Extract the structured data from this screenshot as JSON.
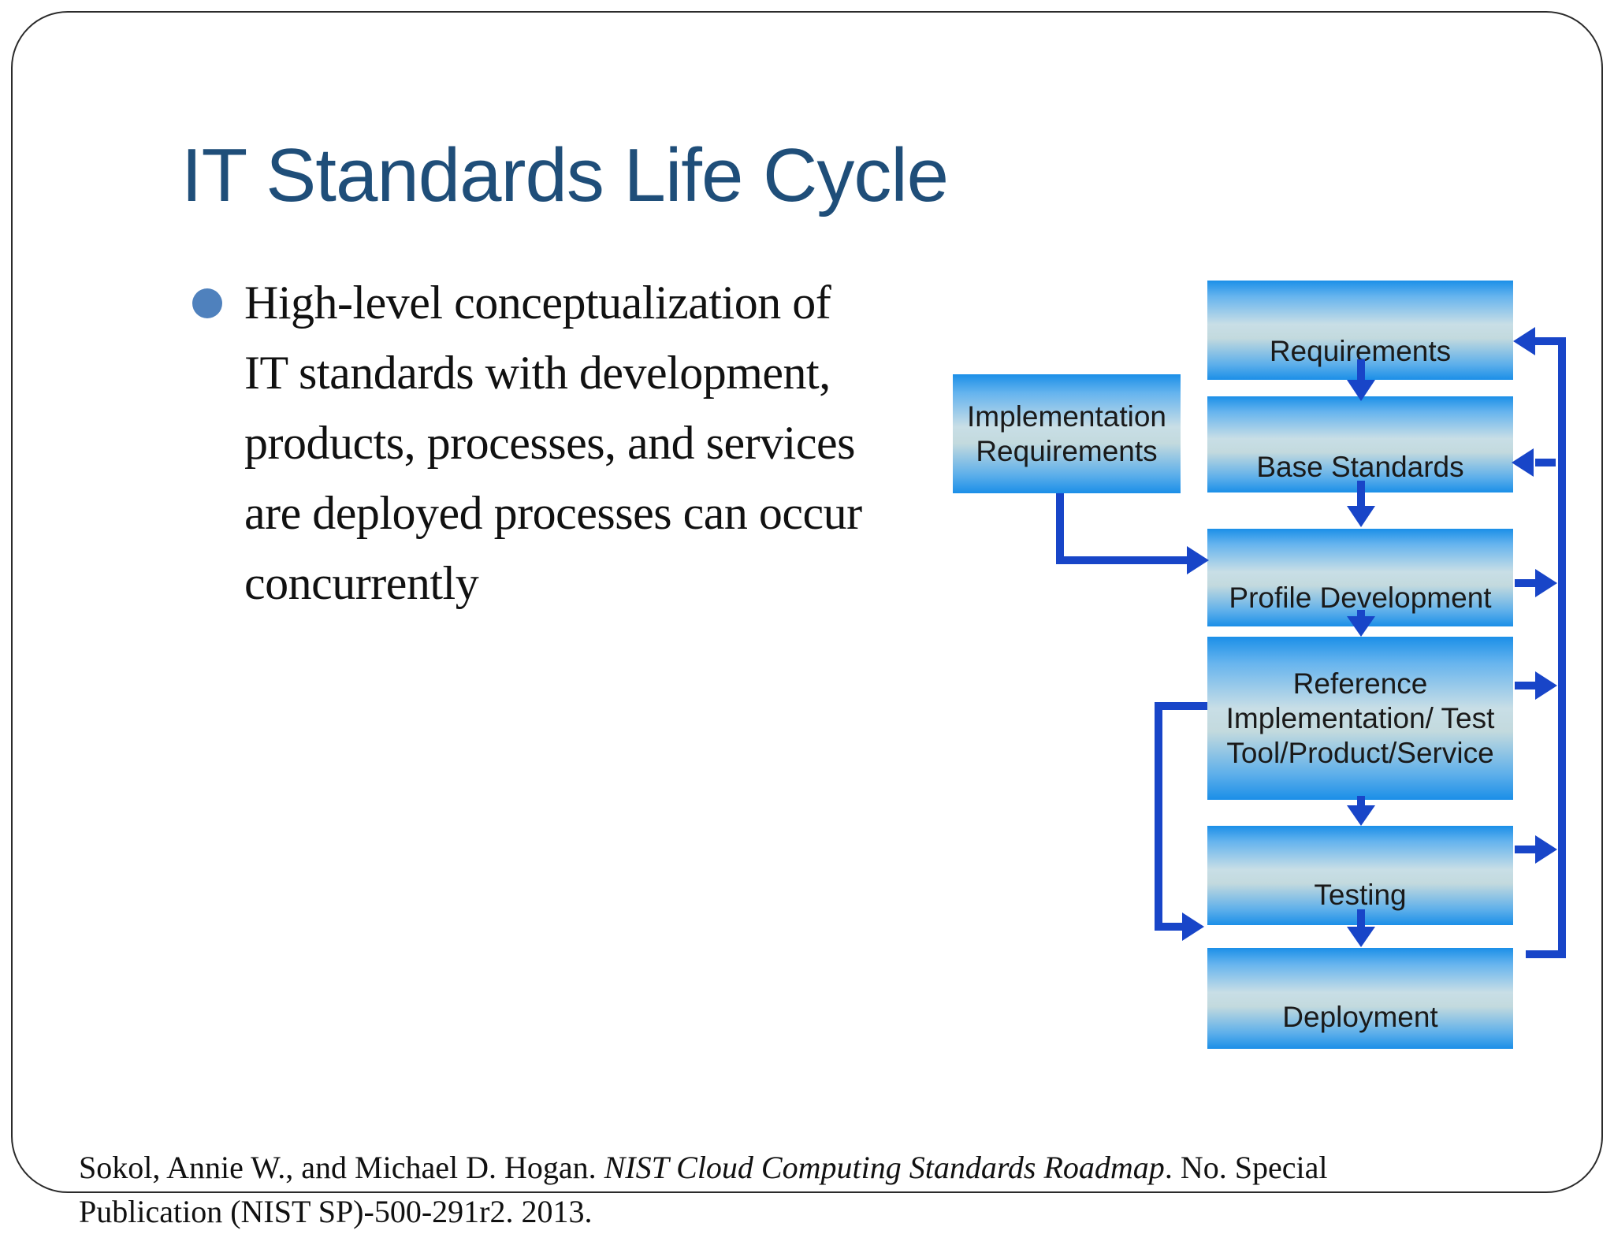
{
  "slide": {
    "title": "IT Standards Life Cycle",
    "bullet_text": "High-level conceptualization of\nIT standards with development,\nproducts, processes, and services\nare deployed processes can occur\nconcurrently",
    "citation": {
      "before_italic": "Sokol, Annie W., and Michael D. Hogan. ",
      "italic": "NIST Cloud Computing Standards Roadmap",
      "after_italic": ". No. Special\nPublication (NIST SP)-500-291r2. 2013."
    }
  },
  "flowchart": {
    "boxes": [
      {
        "id": "requirements",
        "label": "Requirements"
      },
      {
        "id": "base-standards",
        "label": "Base Standards"
      },
      {
        "id": "profile-development",
        "label": "Profile Development"
      },
      {
        "id": "reference-implementation",
        "label": "Reference\nImplementation/ Test\nTool/Product/Service"
      },
      {
        "id": "testing",
        "label": "Testing"
      },
      {
        "id": "deployment",
        "label": "Deployment"
      },
      {
        "id": "implementation-requirements",
        "label": "Implementation\nRequirements"
      }
    ],
    "flow_order_note": "Requirements -> Base Standards -> Profile Development -> Reference Implementation/Test Tool/Product/Service -> Testing -> Deployment, with feedback loops back to Requirements and Base Standards, and Implementation Requirements feeding Profile Development",
    "colors": {
      "box_gradient_edge": "#1b8fe8",
      "box_gradient_middle": "#c8dee6",
      "arrow": "#1845c8",
      "box_text": "#1a1a1a"
    }
  },
  "colors": {
    "title": "#1F4E79",
    "bullet_marker": "#4F81BD",
    "body_text": "#111111",
    "frame_border": "#2b2b2b",
    "background": "#ffffff"
  }
}
